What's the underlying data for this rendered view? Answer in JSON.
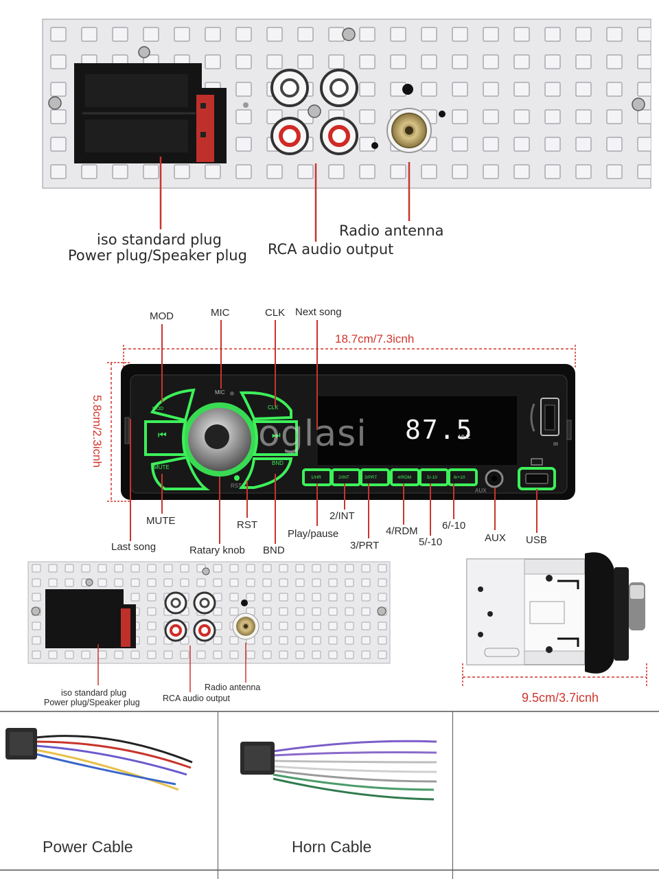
{
  "rear_panel": {
    "iso_label_1": "iso standard plug",
    "iso_label_2": "Power plug/Speaker plug",
    "rca_label": "RCA audio output",
    "antenna_label": "Radio antenna"
  },
  "front_panel": {
    "width_dimension": "18.7cm/7.3icnh",
    "height_dimension": "5.8cm/2.3icnh",
    "display_value": "87.5",
    "display_unit": "MHZ",
    "panel_text": {
      "mic": "MIC",
      "mod": "MOD",
      "clk": "CLK",
      "mute": "MUTE",
      "bnd": "BND",
      "rst": "RST",
      "ir": "IR",
      "aux": "AUX",
      "presets": [
        "1/HR",
        "2/INT",
        "3/PRT",
        "4/RDM",
        "5/-10",
        "6/+10"
      ]
    },
    "callouts": {
      "mod": "MOD",
      "mic": "MIC",
      "clk": "CLK",
      "next_song": "Next song",
      "mute": "MUTE",
      "last_song": "Last song",
      "rotary_knob": "Ratary knob",
      "rst": "RST",
      "bnd": "BND",
      "play_pause": "Play/pause",
      "int": "2/INT",
      "prt": "3/PRT",
      "rdm": "4/RDM",
      "minus10": "5/-10",
      "plus10": "6/-10",
      "aux": "AUX",
      "usb": "USB"
    }
  },
  "rear_panel_small": {
    "iso_label_1": "iso standard plug",
    "iso_label_2": "Power plug/Speaker plug",
    "rca_label": "RCA audio output",
    "antenna_label": "Radio antenna"
  },
  "side_view": {
    "depth_dimension": "9.5cm/3.7icnh"
  },
  "cables": {
    "power_cable": "Power Cable",
    "horn_cable": "Horn Cable"
  },
  "watermark": "oglasi",
  "colors": {
    "dimension_red": "#d0342c",
    "callout_red": "#c8352c",
    "button_green": "#3df05a",
    "display_black": "#050505"
  }
}
